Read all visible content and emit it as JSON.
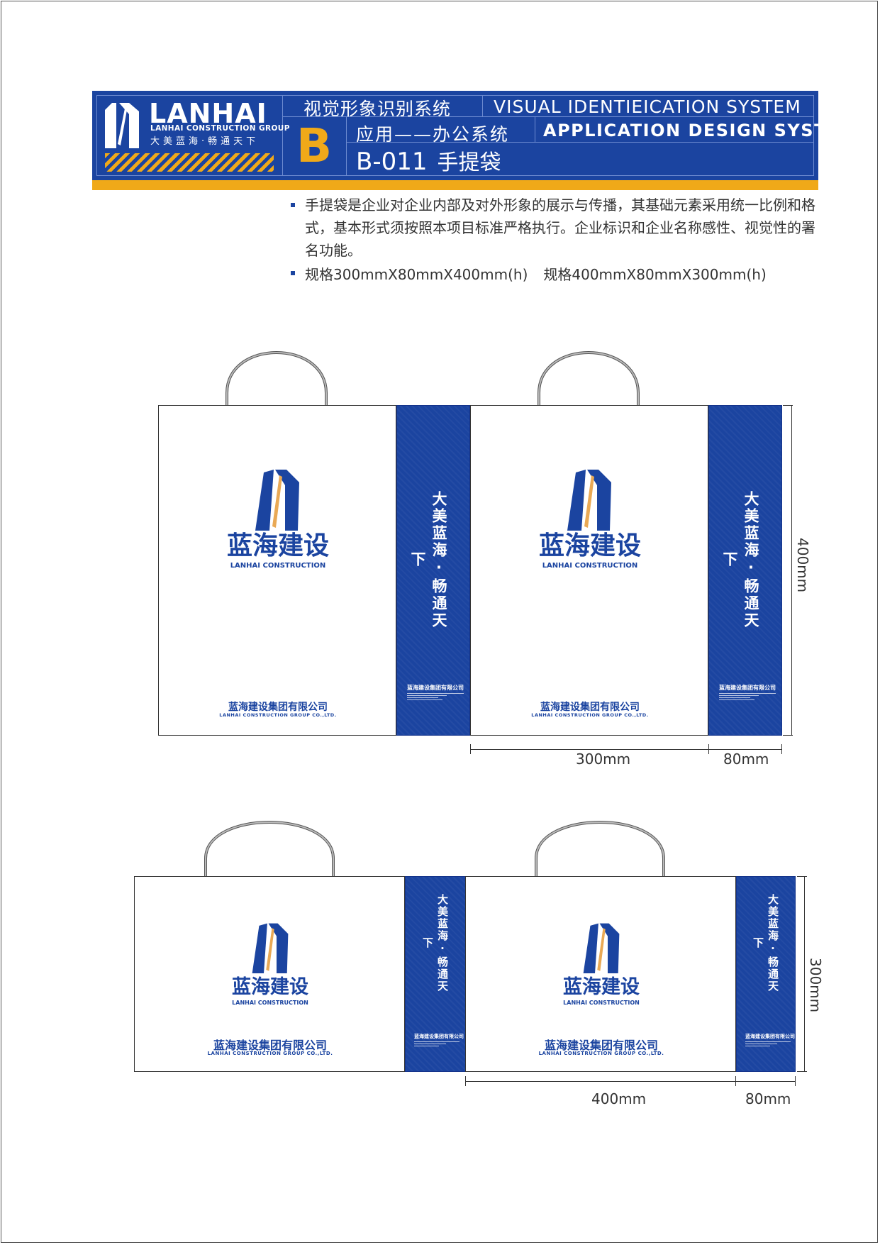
{
  "header": {
    "logo_text": "LANHAI",
    "logo_subtitle": "LANHAI CONSTRUCTION GROUP",
    "logo_slogan": "大美蓝海·畅通天下",
    "system_cn": "视觉形象识别系统",
    "system_en": "VISUAL IDENTIEICATION SYSTEM",
    "category_letter": "B",
    "section_cn": "应用——办公系统",
    "section_en": "APPLICATION DESIGN SYSTEM",
    "item_code": "B-011",
    "item_name": "手提袋"
  },
  "description": {
    "paragraph": "手提袋是企业对企业内部及对外形象的展示与传播，其基础元素采用统一比例和格式，基本形式须按照本项目标准严格执行。企业标识和企业名称感性、视觉性的署名功能。",
    "spec_1": "规格300mmX80mmX400mm(h)",
    "spec_2": "规格400mmX80mmX300mm(h)"
  },
  "bag": {
    "brand_cn": "蓝海建设",
    "brand_en": "LANHAI CONSTRUCTION",
    "company_cn": "蓝海建设集团有限公司",
    "company_en": "LANHAI CONSTRUCTION GROUP CO.,LTD.",
    "slogan": "大美蓝海·畅通天下",
    "side_company_cn": "蓝海建设集团有限公司"
  },
  "dimensions": {
    "bag1_height": "400mm",
    "bag1_width": "300mm",
    "bag1_depth": "80mm",
    "bag2_height": "300mm",
    "bag2_width": "400mm",
    "bag2_depth": "80mm"
  },
  "colors": {
    "brand_blue": "#1b44a0",
    "accent_orange": "#f0a919"
  }
}
